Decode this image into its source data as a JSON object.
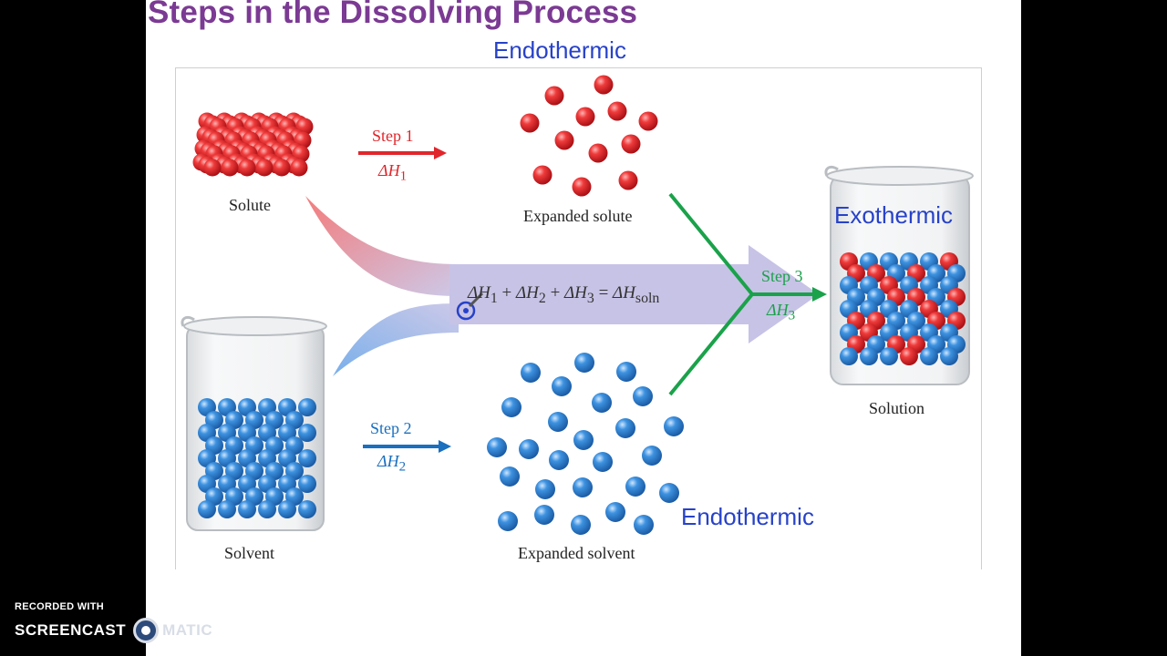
{
  "slide": {
    "title": "Steps in the Dissolving Process",
    "annotations": {
      "top": "Endothermic",
      "right": "Exothermic",
      "bottom": "Endothermic"
    }
  },
  "diagram": {
    "labels": {
      "solute": "Solute",
      "expanded_solute": "Expanded solute",
      "solvent": "Solvent",
      "expanded_solvent": "Expanded solvent",
      "solution": "Solution"
    },
    "steps": {
      "step1": {
        "label": "Step 1",
        "enthalpy": "ΔH",
        "sub": "1"
      },
      "step2": {
        "label": "Step 2",
        "enthalpy": "ΔH",
        "sub": "2"
      },
      "step3": {
        "label": "Step 3",
        "enthalpy": "ΔH",
        "sub": "3"
      }
    },
    "equation": {
      "t1": "ΔH",
      "s1": "1",
      "plus1": "+",
      "t2": "ΔH",
      "s2": "2",
      "plus2": "+",
      "t3": "ΔH",
      "s3": "3",
      "eq": "=",
      "t4": "ΔH",
      "s4": "soln"
    },
    "colors": {
      "solute_particle": "#e0262b",
      "solvent_particle": "#2f86d6",
      "step1_arrow": "#e0262b",
      "step2_arrow": "#1a6fbf",
      "step3_lines": "#1aa24a",
      "sum_arrow": "#c7c3e6"
    }
  },
  "watermark": {
    "line1": "RECORDED WITH",
    "left": "SCREENCAST",
    "right": "MATIC"
  }
}
